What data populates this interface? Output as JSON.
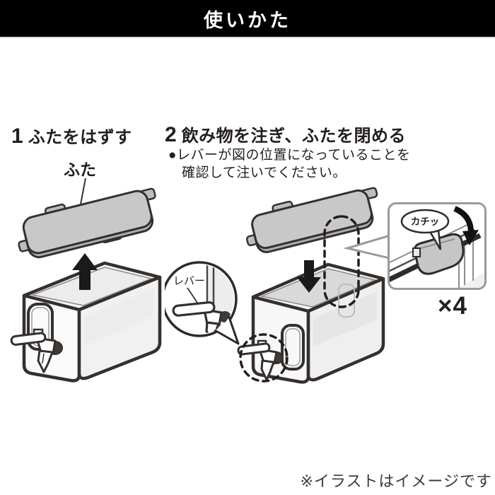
{
  "header": {
    "title": "使いかた"
  },
  "step1": {
    "number": "1",
    "title": "ふたをはずす",
    "lid_label": "ふた"
  },
  "step2": {
    "number": "2",
    "title": "飲み物を注ぎ、ふたを閉める",
    "note_lines": [
      "●レバーが図の位置になっていることを",
      "確認して注いでください。"
    ],
    "lever_label": "レバー",
    "click_label": "カチッ",
    "quantity_label": "×4"
  },
  "footer": {
    "disclaimer": "※イラストはイメージです"
  },
  "colors": {
    "header_bg": "#000000",
    "header_text": "#ffffff",
    "line_art": "#35302d",
    "lid_fill": "#c8c8c8",
    "lid_side_fill": "#aeaeae",
    "interior_fill": "#e9e9e9",
    "callout_border": "#9a9a9a",
    "arrow_black": "#1a1a1a"
  }
}
